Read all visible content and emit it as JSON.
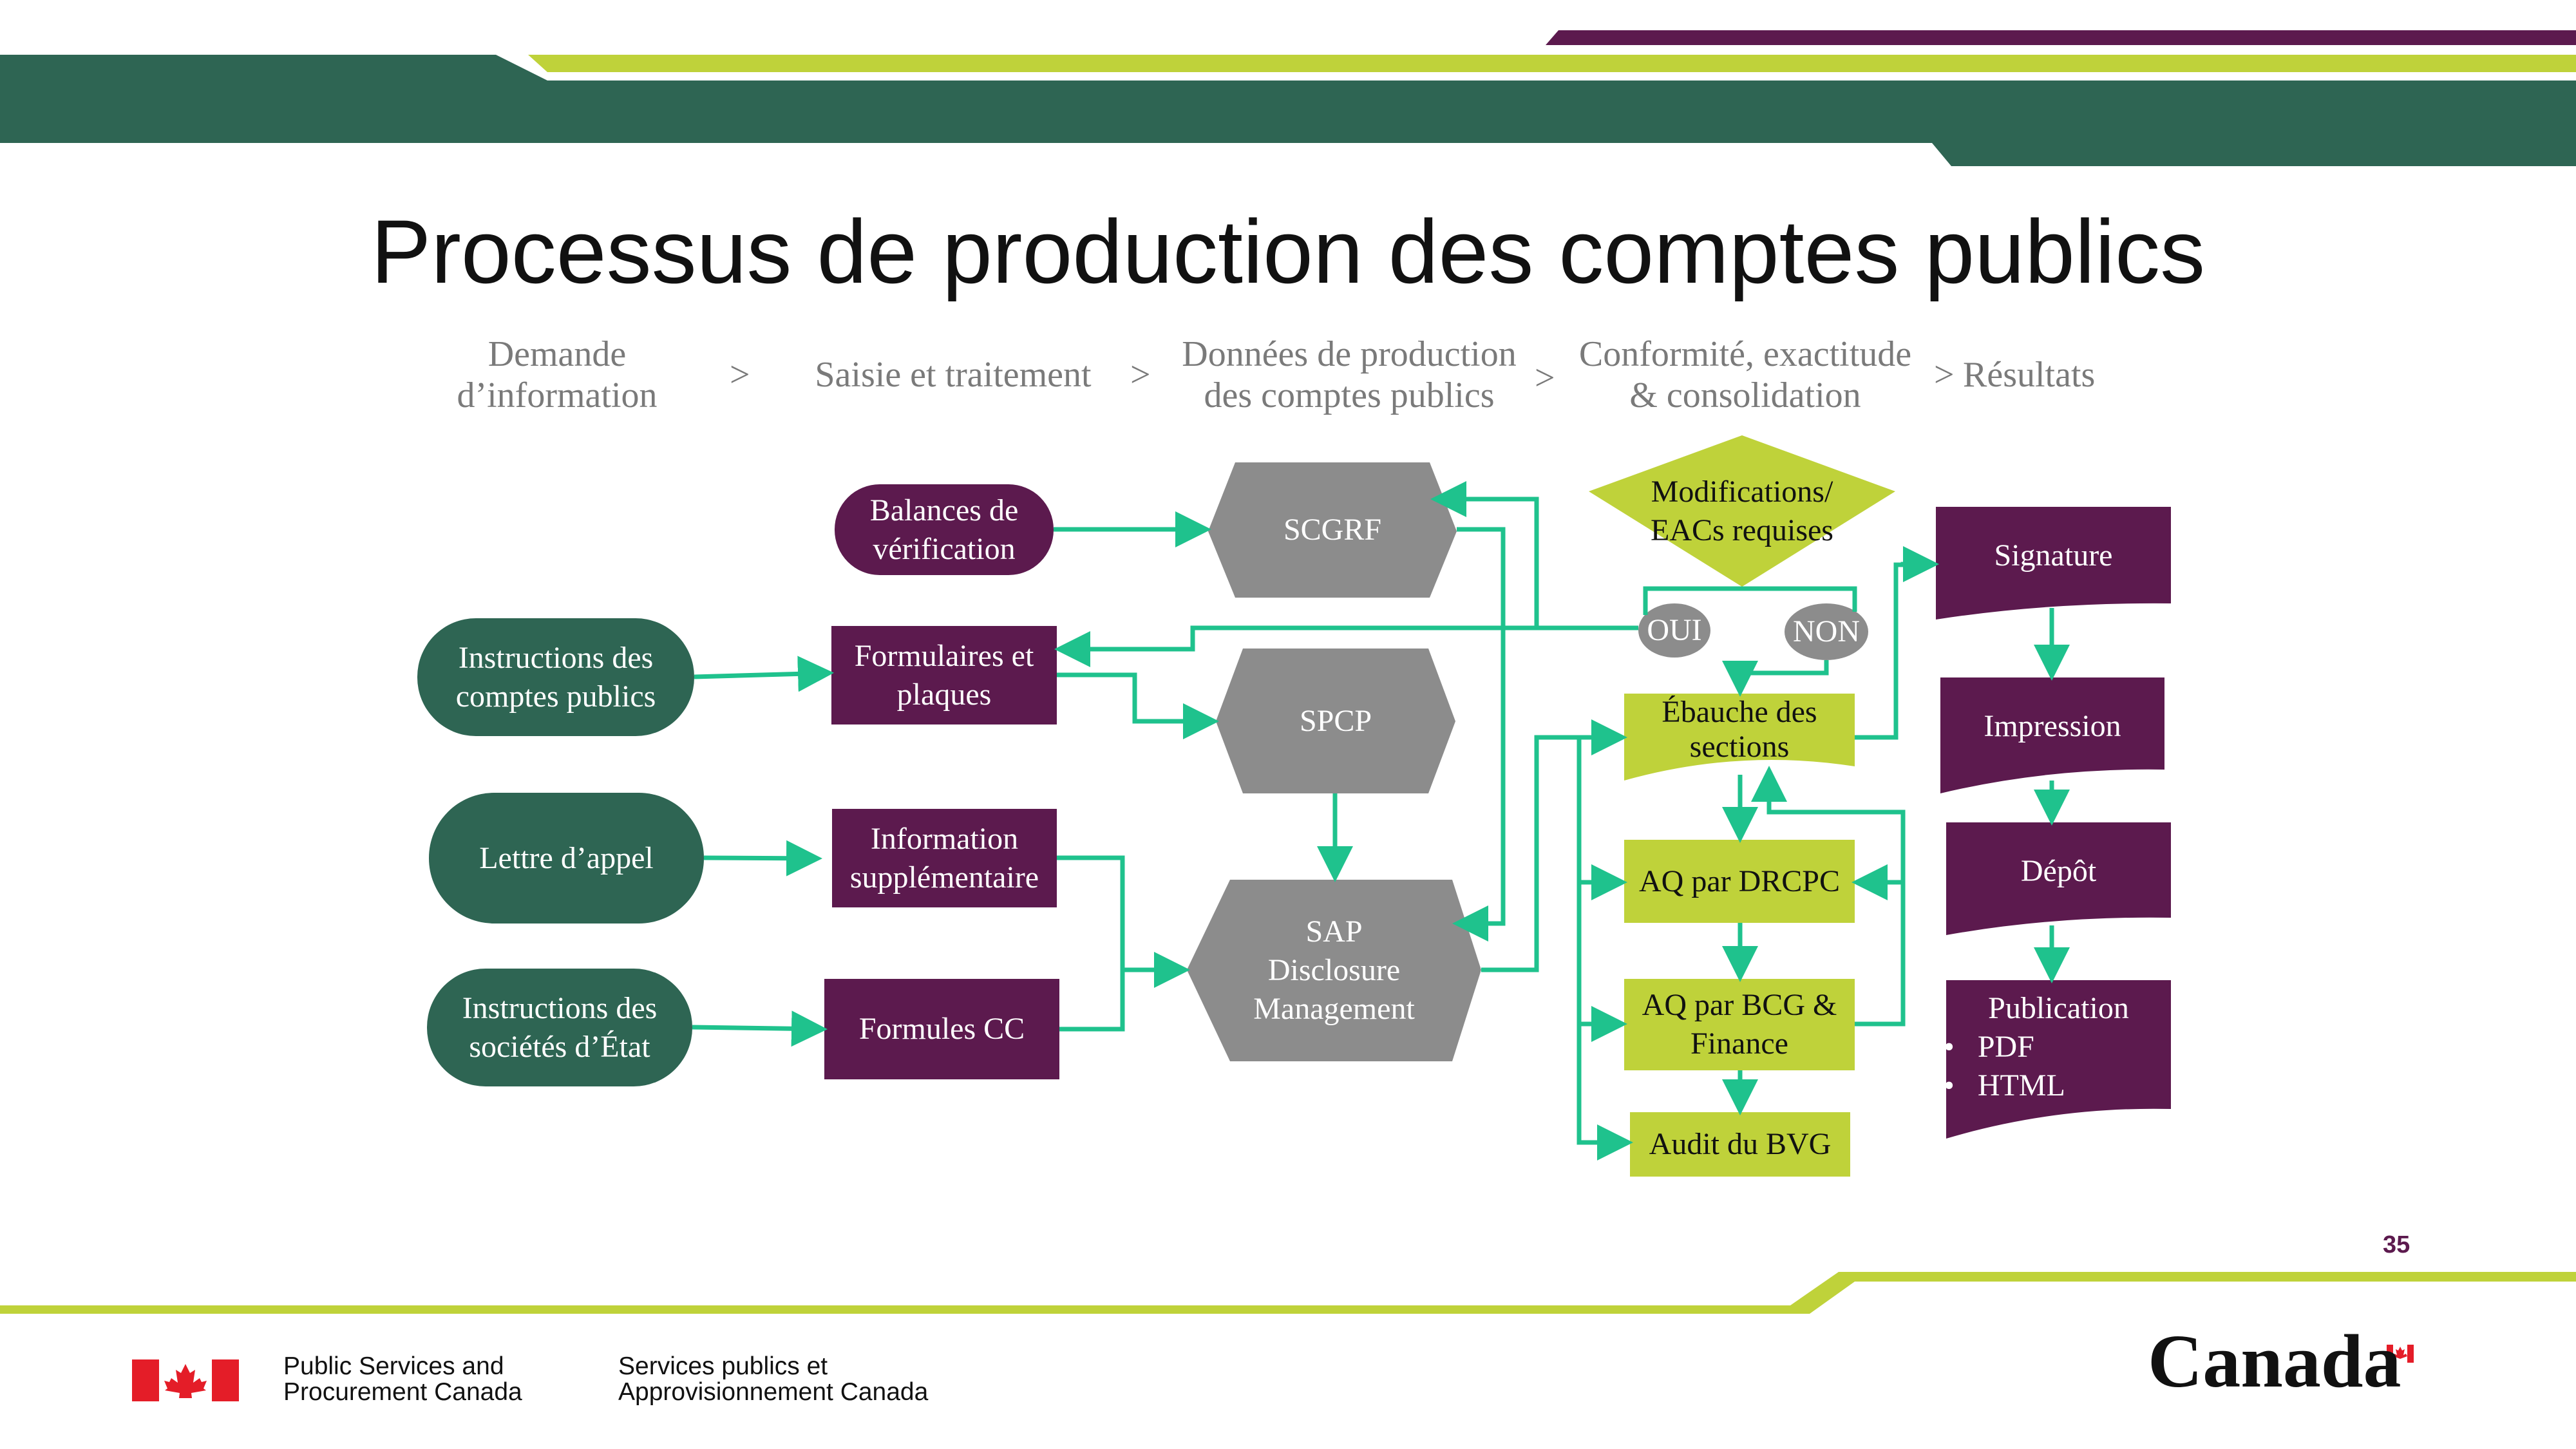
{
  "title": "Processus de production des comptes publics",
  "colors": {
    "dark_green": "#2e6553",
    "lime": "#bfd23a",
    "purple": "#5c1a4e",
    "gray": "#8c8c8c",
    "teal": "#1fc28d"
  },
  "stages": [
    {
      "line1": "Demande",
      "line2": "d’information"
    },
    {
      "line1": "Saisie et traitement",
      "line2": ""
    },
    {
      "line1": "Données de production",
      "line2": "des comptes publics"
    },
    {
      "line1": "Conformité, exactitude",
      "line2": "& consolidation"
    },
    {
      "line1": "Résultats",
      "line2": ""
    }
  ],
  "separator": ">",
  "nodes": {
    "instructions_comptes": {
      "line1": "Instructions des",
      "line2": "comptes publics"
    },
    "lettre_appel": {
      "line1": "Lettre d’appel"
    },
    "instructions_societes": {
      "line1": "Instructions des",
      "line2": "sociétés d’État"
    },
    "balances": {
      "line1": "Balances de",
      "line2": "vérification"
    },
    "formulaires": {
      "line1": "Formulaires et",
      "line2": "plaques"
    },
    "information_sup": {
      "line1": "Information",
      "line2": "supplémentaire"
    },
    "formules_cc": {
      "line1": "Formules CC"
    },
    "scgrf": {
      "line1": "SCGRF"
    },
    "spcp": {
      "line1": "SPCP"
    },
    "sap": {
      "line1": "SAP",
      "line2": "Disclosure",
      "line3": "Management"
    },
    "modifications": {
      "line1": "Modifications/",
      "line2": "EACs requises"
    },
    "oui": {
      "line1": "OUI"
    },
    "non": {
      "line1": "NON"
    },
    "ebauche": {
      "line1": "Ébauche des",
      "line2": "sections"
    },
    "aq_drcpc": {
      "line1": "AQ par DRCPC"
    },
    "aq_bcg": {
      "line1": "AQ par BCG &",
      "line2": "Finance"
    },
    "audit_bvg": {
      "line1": "Audit du BVG"
    },
    "signature": {
      "line1": "Signature"
    },
    "impression": {
      "line1": "Impression"
    },
    "depot": {
      "line1": "Dépôt"
    },
    "publication": {
      "line1": "Publication",
      "bullets": [
        "PDF",
        "HTML"
      ]
    }
  },
  "page_number": "35",
  "footer": {
    "dept_en_line1": "Public Services and",
    "dept_en_line2": "Procurement Canada",
    "dept_fr_line1": "Services publics et",
    "dept_fr_line2": "Approvisionnement Canada",
    "wordmark": "Canada"
  }
}
